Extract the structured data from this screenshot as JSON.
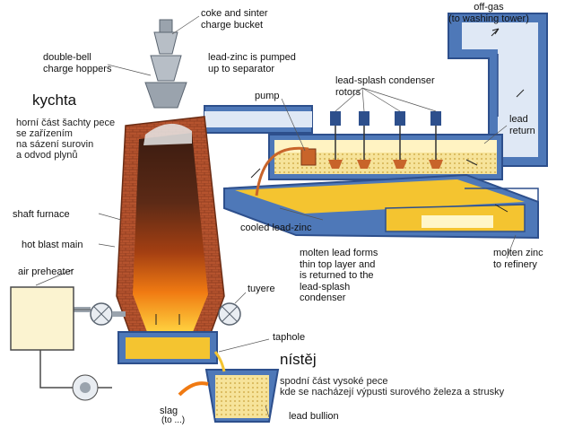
{
  "labels": {
    "off_gas": "off-gas\n(to washing tower)",
    "coke_bucket": "coke and sinter\ncharge bucket",
    "double_bell": "double-bell\ncharge hoppers",
    "lead_zinc_pumped": "lead-zinc is pumped\nup to separator",
    "condenser_rotors": "lead-splash condenser\nrotors",
    "pump": "pump",
    "lead_return": "lead\nreturn",
    "shaft_furnace": "shaft furnace",
    "hot_blast_main": "hot blast main",
    "air_preheater": "air preheater",
    "cooled_lead_zinc": "cooled lead-zinc",
    "molten_lead_text": "molten lead forms\nthin top layer and\nis returned to the\nlead-splash\ncondenser",
    "molten_zinc": "molten zinc\nto refinery",
    "tuyere": "tuyere",
    "taphole": "taphole",
    "slag": "slag",
    "slag_sub": "(to ...)",
    "lead_bullion": "lead bullion"
  },
  "czech": {
    "kychta_title": "kychta",
    "kychta_desc": "horní část šachty pece\nse zařízením\nna sázení surovin\na odvod plynů",
    "nistej_title": "nístěj",
    "nistej_desc": "spodní část vysoké pece\nkde se nacházejí výpusti surového železa a strusky"
  },
  "colors": {
    "steel_blue": "#4e78b8",
    "steel_dark": "#2d4f8c",
    "brick": "#b5532e",
    "molten_yellow": "#f4c430",
    "fire_orange": "#f07a12",
    "burden_dark": "#5a2e1c"
  }
}
